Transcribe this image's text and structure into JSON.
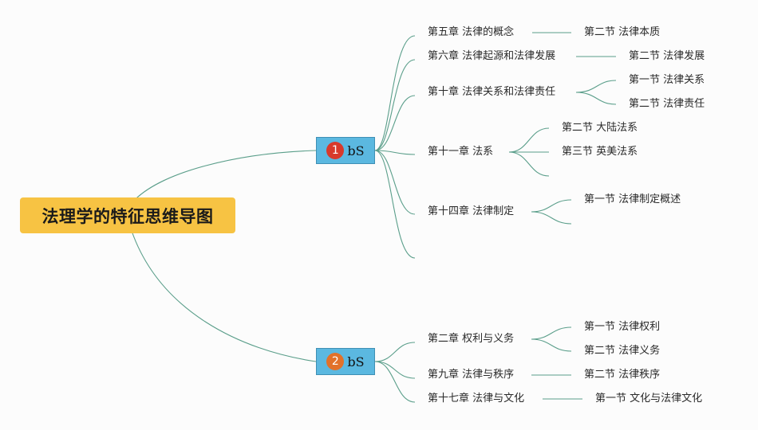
{
  "title": "法理学的特征思维导图",
  "hubs": [
    {
      "badge": "1",
      "label": "bS"
    },
    {
      "badge": "2",
      "label": "bS"
    }
  ],
  "chapters": [
    {
      "label": "第五章 法律的概念",
      "sections": [
        "第二节 法律本质"
      ]
    },
    {
      "label": "第六章 法律起源和法律发展",
      "sections": [
        "第二节 法律发展"
      ]
    },
    {
      "label": "第十章 法律关系和法律责任",
      "sections": [
        "第一节 法律关系",
        "第二节 法律责任"
      ]
    },
    {
      "label": "第十一章 法系",
      "sections": [
        "第二节 大陆法系",
        "第三节 英美法系",
        ""
      ]
    },
    {
      "label": "第十四章 法律制定",
      "sections": [
        "第一节 法律制定概述",
        ""
      ]
    },
    {
      "label": "",
      "sections": []
    },
    {
      "label": "第二章 权利与义务",
      "sections": [
        "第一节 法律权利",
        "第二节 法律义务"
      ]
    },
    {
      "label": "第九章 法律与秩序",
      "sections": [
        "第二节 法律秩序"
      ]
    },
    {
      "label": "第十七章 法律与文化",
      "sections": [
        "第一节 文化与法律文化"
      ]
    }
  ]
}
